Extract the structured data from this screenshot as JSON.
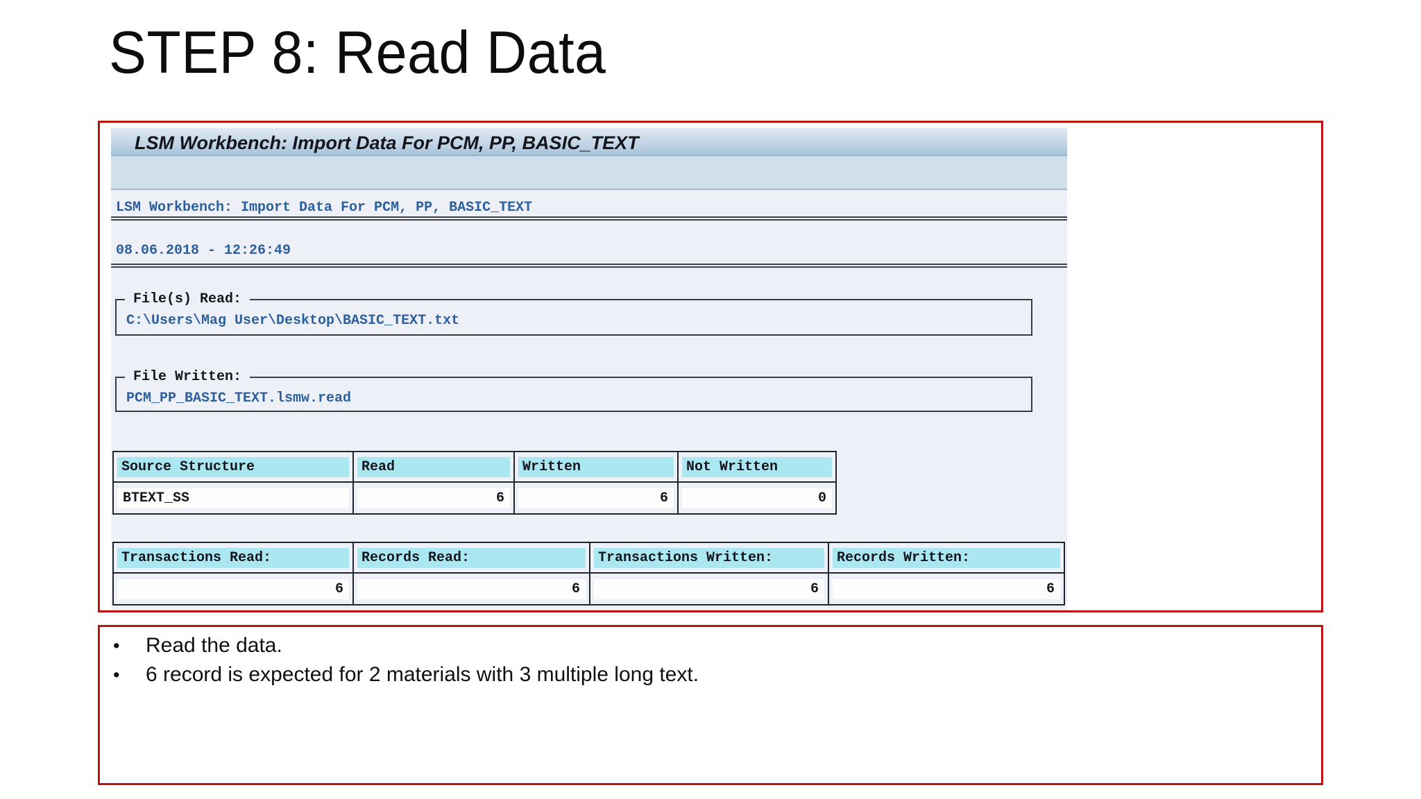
{
  "slide": {
    "title": "STEP 8: Read Data"
  },
  "sap_screenshot": {
    "window_title": "LSM Workbench: Import Data For PCM, PP, BASIC_TEXT",
    "report_title": "LSM Workbench: Import Data For PCM, PP, BASIC_TEXT",
    "timestamp": "08.06.2018 - 12:26:49",
    "files_read": {
      "label": "File(s) Read:",
      "value": "C:\\Users\\Mag User\\Desktop\\BASIC_TEXT.txt"
    },
    "file_written": {
      "label": "File Written:",
      "value": "PCM_PP_BASIC_TEXT.lsmw.read"
    },
    "structure_table": {
      "headers": [
        "Source Structure",
        "Read",
        "Written",
        "Not Written"
      ],
      "rows": [
        [
          "BTEXT_SS",
          "6",
          "6",
          "0"
        ]
      ]
    },
    "totals_table": {
      "headers": [
        "Transactions Read:",
        "Records Read:",
        "Transactions Written:",
        "Records Written:"
      ],
      "rows": [
        [
          "6",
          "6",
          "6",
          "6"
        ]
      ]
    }
  },
  "notes": {
    "bullets": [
      "Read the data.",
      "6 record is expected for 2 materials with 3 multiple long text."
    ]
  },
  "colors": {
    "annotation_red": "#c01212",
    "sap_link_blue": "#2d5f9e",
    "table_header_cyan": "#abe7f1",
    "titlebar_blue": "#b9cfe2",
    "sap_content_bg": "#edf0f6"
  }
}
